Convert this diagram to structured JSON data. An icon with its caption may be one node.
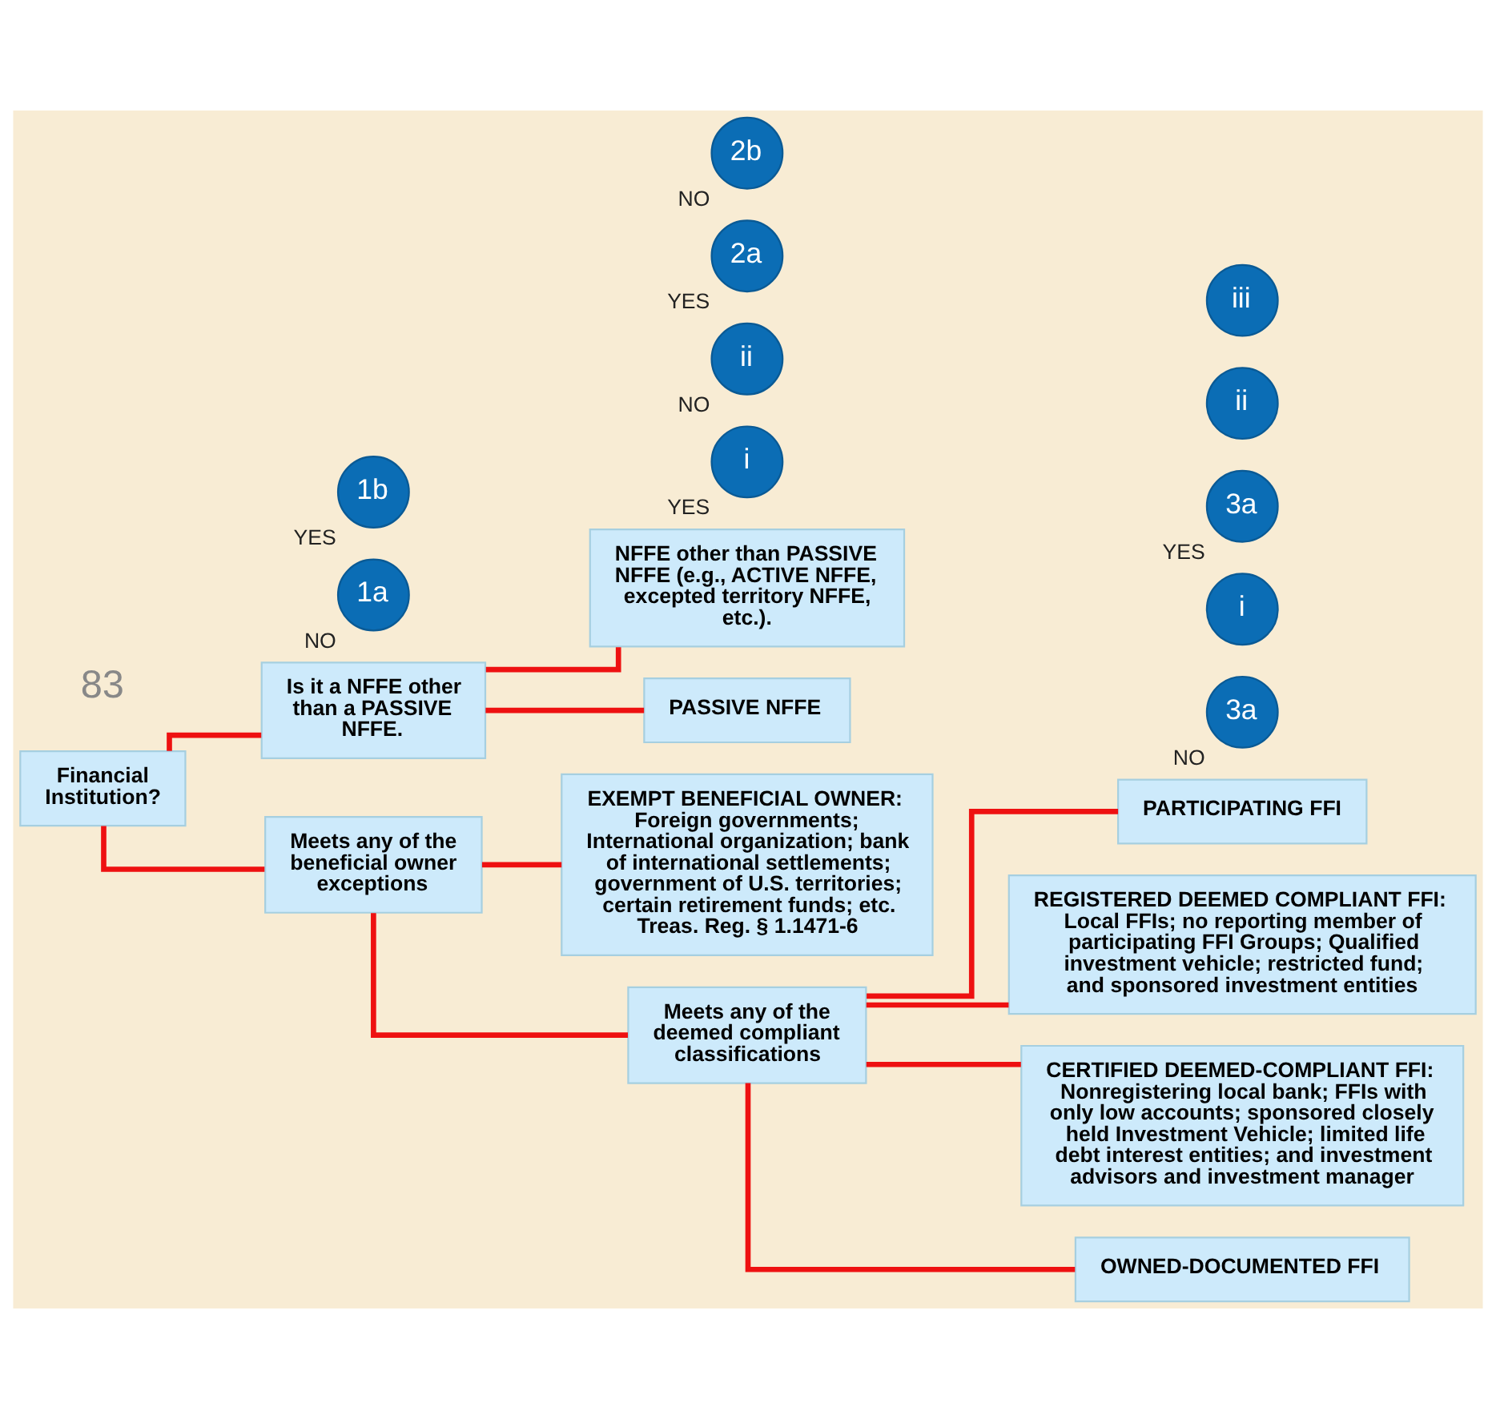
{
  "diagram": {
    "nodes": [
      {
        "text": [
          "Financial Institution?"
        ]
      },
      {
        "text": [
          "Is it a NFFE other than a PASSIVE NFFE."
        ]
      },
      {
        "text": [
          "NFFE other than PASSIVE NFFE (e.g., ACTIVE NFFE, excepted territory NFFE, etc.)."
        ]
      },
      {
        "text": [
          "PASSIVE NFFE"
        ]
      },
      {
        "text": [
          "Meets any of the beneficial owner exceptions"
        ]
      },
      {
        "text": [
          "EXEMPT BENEFICIAL OWNER:",
          "Foreign governments; International organization; bank of international settlements; government of U.S. territories; certain retirement funds; etc. Treas. Reg. § 1.1471-6"
        ]
      },
      {
        "text": [
          "Meets any of the deemed compliant classifications"
        ]
      },
      {
        "text": [
          "PARTICIPATING FFI"
        ]
      },
      {
        "text": [
          "REGISTERED DEEMED COMPLIANT FFI:",
          "Local FFIs; no reporting member of participating FFI Groups; Qualified investment vehicle; restricted fund; and sponsored investment entities"
        ]
      },
      {
        "text": [
          "CERTIFIED DEEMED-COMPLIANT FFI:",
          "Nonregistering local bank; FFIs with only low accounts; sponsored closely held Investment Vehicle; limited life debt interest entities; and investment advisors and investment manager"
        ]
      },
      {
        "text": [
          "OWNED-DOCUMENTED FFI"
        ]
      },
      {
        "text": [
          "1a"
        ],
        "beside": [
          "NO"
        ]
      },
      {
        "text": [
          "i"
        ],
        "beside": [
          "YES"
        ]
      },
      {
        "text": [
          "ii"
        ],
        "beside": [
          "NO"
        ]
      },
      {
        "text": [
          "1b"
        ],
        "beside": [
          "YES"
        ]
      },
      {
        "text": [
          "2a"
        ],
        "beside": [
          "YES"
        ]
      },
      {
        "text": [
          "2b"
        ],
        "beside": [
          "NO"
        ]
      },
      {
        "text": [
          "3a"
        ],
        "beside": [
          "NO"
        ]
      },
      {
        "text": [
          "i"
        ]
      },
      {
        "text": [
          "3a"
        ],
        "beside": [
          "YES"
        ]
      },
      {
        "text": [
          "ii"
        ]
      },
      {
        "text": [
          "iii"
        ]
      }
    ],
    "edges": [
      {
        "from": 0,
        "to": 1,
        "arrow": "none"
      },
      {
        "from": 1,
        "to": 2,
        "arrow": "none"
      },
      {
        "from": 1,
        "to": 3,
        "arrow": "none"
      },
      {
        "from": 0,
        "to": 4,
        "arrow": "none"
      },
      {
        "from": 4,
        "to": 5,
        "arrow": "none"
      },
      {
        "from": 4,
        "to": 6,
        "arrow": "none"
      },
      {
        "from": 6,
        "to": 7,
        "arrow": "none"
      },
      {
        "from": 6,
        "to": 8,
        "arrow": "none"
      },
      {
        "from": 6,
        "to": 9,
        "arrow": "none"
      },
      {
        "from": 6,
        "to": 10,
        "arrow": "none"
      }
    ],
    "labels": [
      "83"
    ]
  }
}
